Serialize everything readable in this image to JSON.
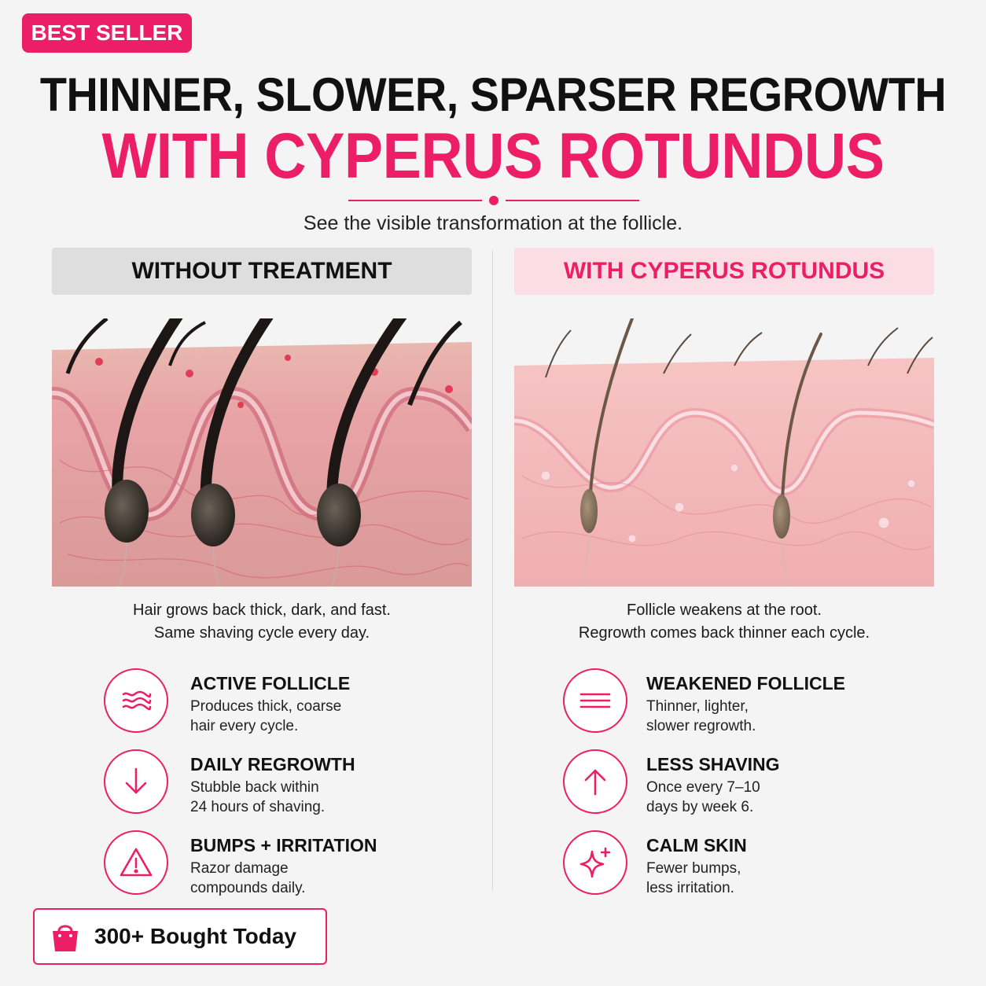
{
  "badge": {
    "label": "BEST SELLER"
  },
  "headline": {
    "line1": "THINNER, SLOWER, SPARSER REGROWTH",
    "line2": "WITH CYPERUS ROTUNDUS"
  },
  "subtitle": "See the visible transformation at the follicle.",
  "colors": {
    "accent": "#ec1f66",
    "text": "#111111",
    "background": "#f4f4f4"
  },
  "left": {
    "header": "WITHOUT TREATMENT",
    "caption_line1": "Hair grows back thick, dark, and fast.",
    "caption_line2": "Same shaving cycle every day.",
    "features": [
      {
        "icon": "wave-lines-icon",
        "title": "ACTIVE FOLLICLE",
        "desc1": "Produces thick, coarse",
        "desc2": "hair every cycle."
      },
      {
        "icon": "arrow-down-icon",
        "title": "DAILY REGROWTH",
        "desc1": "Stubble back within",
        "desc2": "24 hours of shaving."
      },
      {
        "icon": "warning-triangle-icon",
        "title": "BUMPS + IRRITATION",
        "desc1": "Razor damage",
        "desc2": "compounds daily."
      }
    ]
  },
  "right": {
    "header": "WITH CYPERUS ROTUNDUS",
    "caption_line1": "Follicle weakens at the root.",
    "caption_line2": "Regrowth comes back thinner each cycle.",
    "features": [
      {
        "icon": "straight-lines-icon",
        "title": "WEAKENED FOLLICLE",
        "desc1": "Thinner, lighter,",
        "desc2": "slower regrowth."
      },
      {
        "icon": "arrow-up-icon",
        "title": "LESS SHAVING",
        "desc1": "Once every 7–10",
        "desc2": "days by week 6."
      },
      {
        "icon": "sparkle-icon",
        "title": "CALM SKIN",
        "desc1": "Fewer bumps,",
        "desc2": "less irritation."
      }
    ]
  },
  "social_proof": {
    "icon": "shopping-bag-icon",
    "label": "300+ Bought Today"
  }
}
